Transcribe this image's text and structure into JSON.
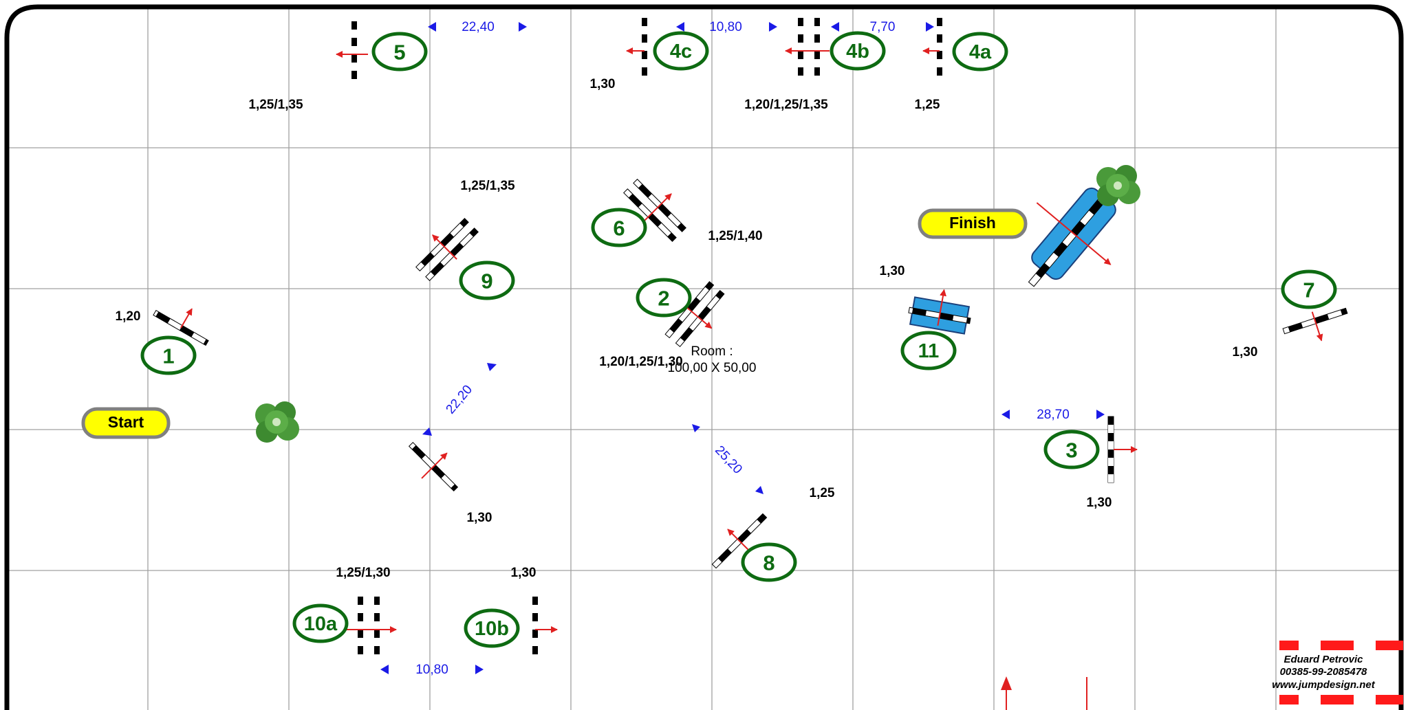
{
  "colors": {
    "number_green": "#0e6b12",
    "distance_blue": "#1a1ae6",
    "arrow_red": "#e02020",
    "label_yellow": "#ffff00",
    "water_blue": "#2e9fe0",
    "grid_gray": "#a0a0a0"
  },
  "labels": {
    "start": "Start",
    "finish": "Finish",
    "room_line1": "Room :",
    "room_line2": "100,00 X 50,00"
  },
  "credit": {
    "name": "Eduard Petrovic",
    "phone": "00385-99-2085478",
    "web": "www.jumpdesign.net"
  },
  "jumps": [
    {
      "id": "1",
      "label": "1",
      "type": "vertical",
      "height": "1,20"
    },
    {
      "id": "2",
      "label": "2",
      "type": "oxer",
      "height": "1,20/1,25/1,30"
    },
    {
      "id": "3",
      "label": "3",
      "type": "vertical",
      "height": "1,30"
    },
    {
      "id": "4a",
      "label": "4a",
      "type": "vertical",
      "height": "1,25"
    },
    {
      "id": "4b",
      "label": "4b",
      "type": "oxer",
      "height": "1,20/1,25/1,35"
    },
    {
      "id": "4c",
      "label": "4c",
      "type": "vertical",
      "height": "1,30"
    },
    {
      "id": "5",
      "label": "5",
      "type": "vertical",
      "height": "1,25/1,35"
    },
    {
      "id": "6",
      "label": "6",
      "type": "oxer",
      "height": "1,25/1,40"
    },
    {
      "id": "7",
      "label": "7",
      "type": "vertical",
      "height": "1,30"
    },
    {
      "id": "8",
      "label": "8",
      "type": "vertical",
      "height": "1,25"
    },
    {
      "id": "9",
      "label": "9",
      "type": "oxer",
      "height": "1,25/1,35"
    },
    {
      "id": "10a",
      "label": "10a",
      "type": "oxer",
      "height": "1,25/1,30"
    },
    {
      "id": "10b",
      "label": "10b",
      "type": "vertical",
      "height": "1,30"
    },
    {
      "id": "11",
      "label": "11",
      "type": "water-vertical",
      "height": "1,30"
    },
    {
      "id": "x1",
      "label": "",
      "type": "vertical",
      "height": "1,30"
    },
    {
      "id": "x2",
      "label": "",
      "type": "water-vertical",
      "height": ""
    }
  ],
  "distances": [
    {
      "id": "d5-4c",
      "value": "22,40"
    },
    {
      "id": "d4c-4b",
      "value": "10,80"
    },
    {
      "id": "d4b-4a",
      "value": "7,70"
    },
    {
      "id": "d9",
      "value": "22,20"
    },
    {
      "id": "d2-8",
      "value": "25,20"
    },
    {
      "id": "d3",
      "value": "28,70"
    },
    {
      "id": "d10",
      "value": "10,80"
    }
  ],
  "decorations": [
    {
      "id": "bush-left",
      "kind": "bush"
    },
    {
      "id": "bush-right",
      "kind": "bush"
    }
  ]
}
